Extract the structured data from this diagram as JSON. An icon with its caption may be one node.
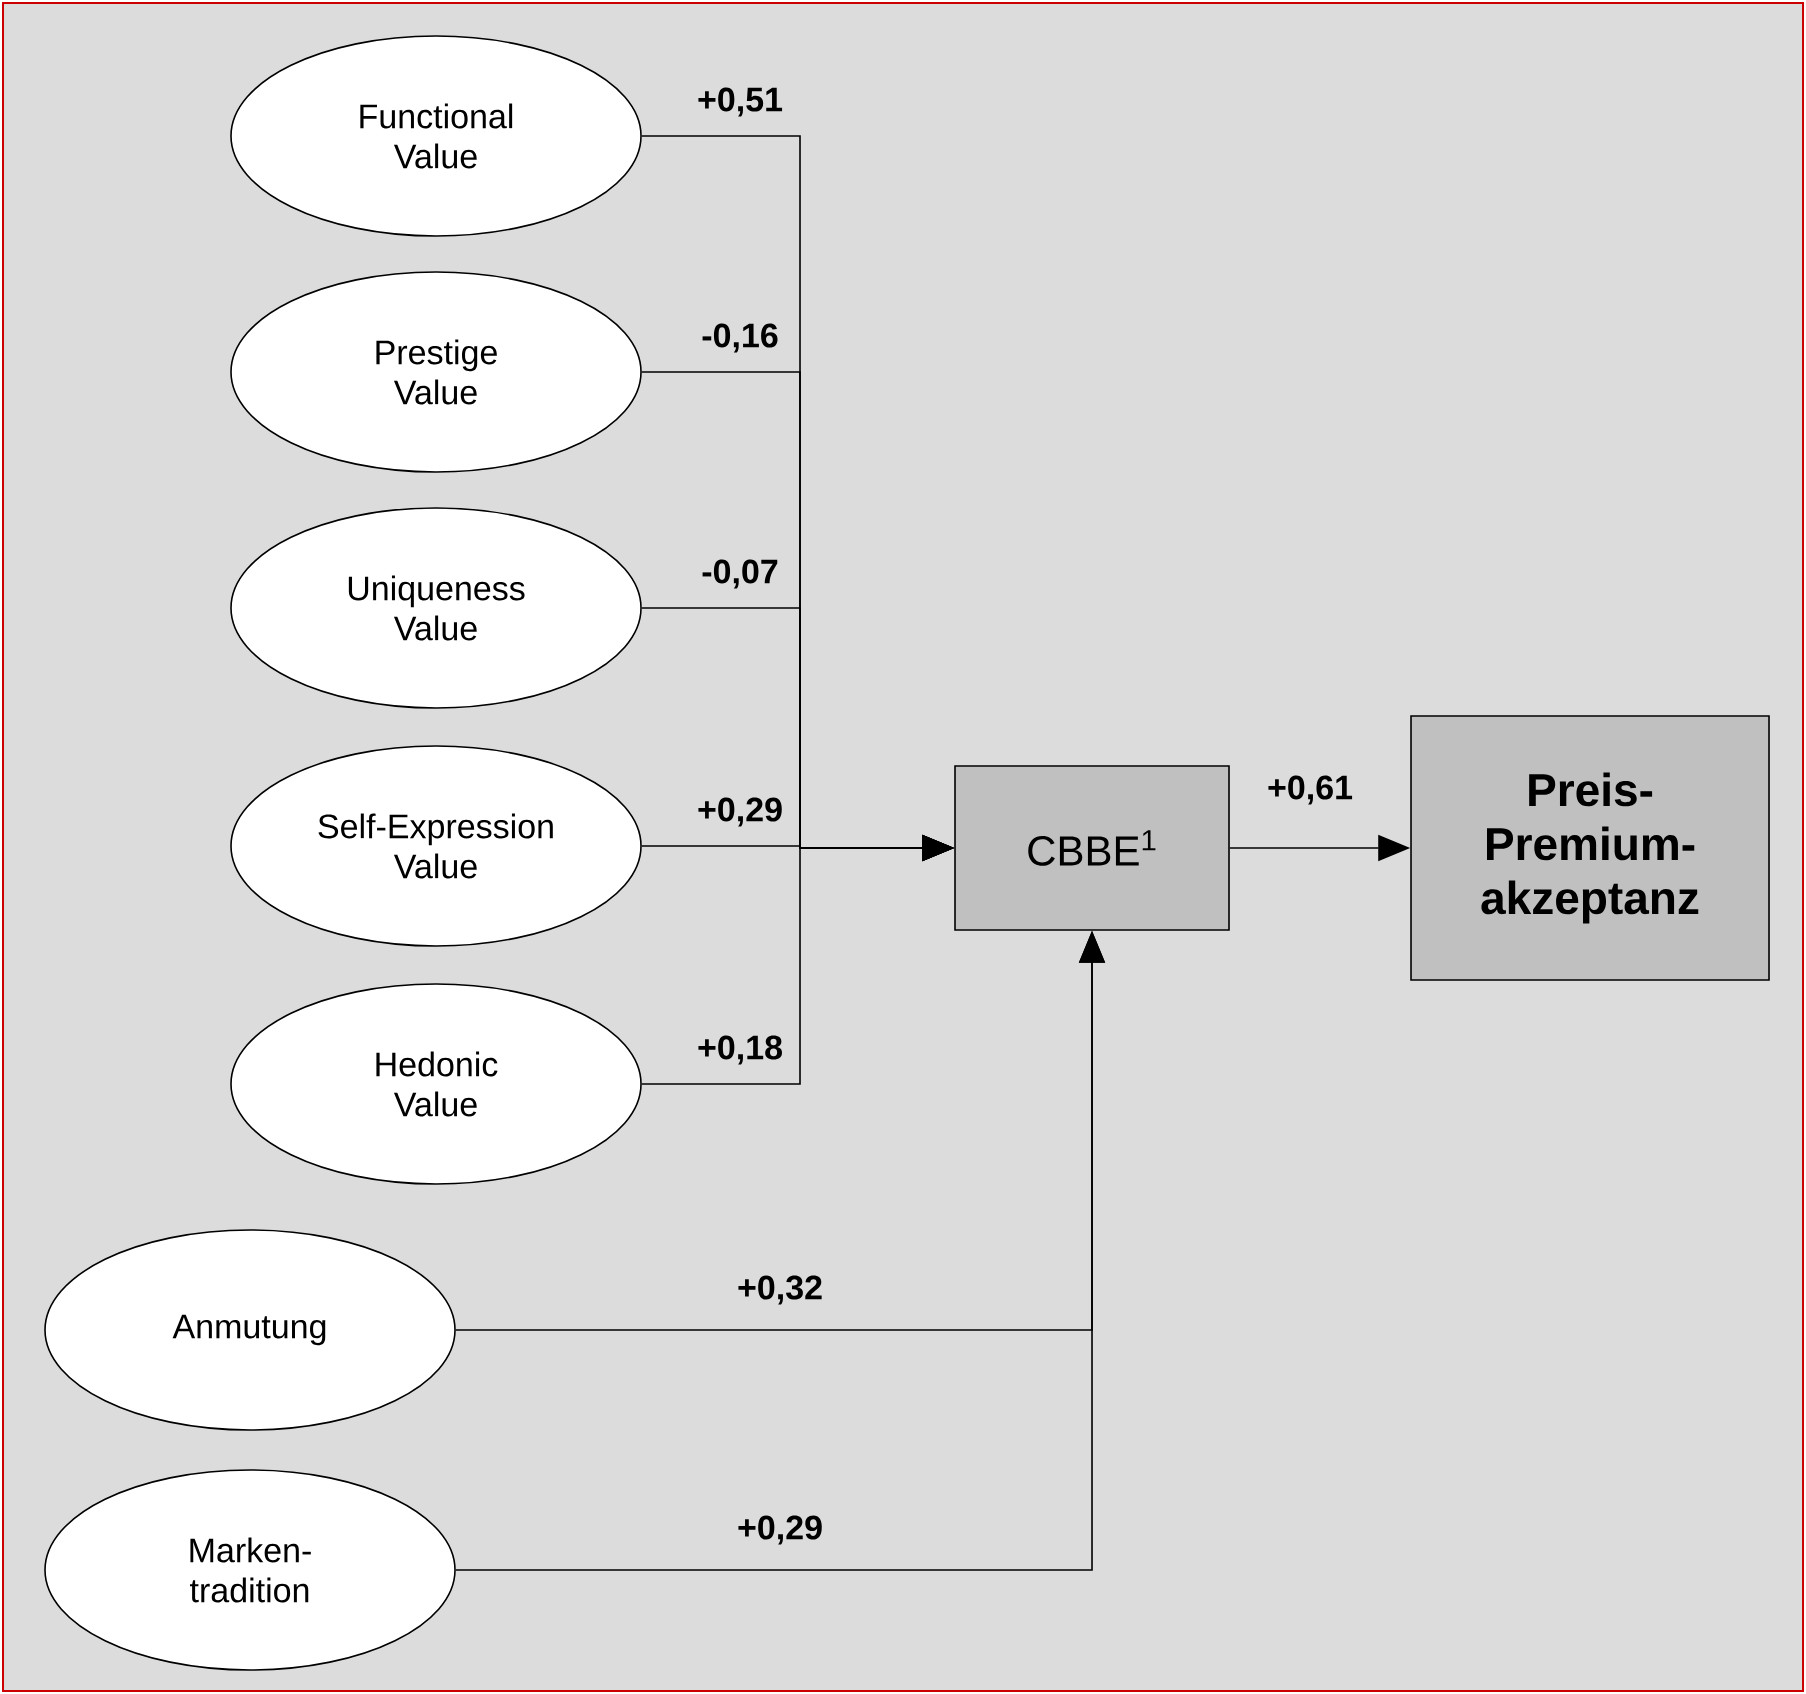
{
  "diagram": {
    "nodes": [
      {
        "text": [
          "Functional Value"
        ]
      },
      {
        "text": [
          "Prestige Value"
        ]
      },
      {
        "text": [
          "Uniqueness Value"
        ]
      },
      {
        "text": [
          "Self-Expression Value"
        ]
      },
      {
        "text": [
          "Hedonic Value"
        ]
      },
      {
        "text": [
          "Anmutung"
        ]
      },
      {
        "text": [
          "Marken- tradition"
        ]
      },
      {
        "text": [
          "CBBE$^{1}$"
        ]
      },
      {
        "text": [
          "Preis- Premium- akzeptanz"
        ]
      }
    ],
    "edges": [
      {
        "from": 0,
        "to": 7,
        "arrow": "to",
        "label": "+0,51"
      },
      {
        "from": 1,
        "to": 7,
        "arrow": "to",
        "label": "-0,16"
      },
      {
        "from": 2,
        "to": 7,
        "arrow": "to",
        "label": "-0,07"
      },
      {
        "from": 3,
        "to": 7,
        "arrow": "to",
        "label": "+0,29"
      },
      {
        "from": 4,
        "to": 7,
        "arrow": "to",
        "label": "+0,18"
      },
      {
        "from": 5,
        "to": 7,
        "arrow": "to",
        "label": "+0,32"
      },
      {
        "from": 6,
        "to": 7,
        "arrow": "to",
        "label": "+0,29"
      },
      {
        "from": 7,
        "to": 8,
        "arrow": "to",
        "label": "+0,61"
      }
    ]
  }
}
